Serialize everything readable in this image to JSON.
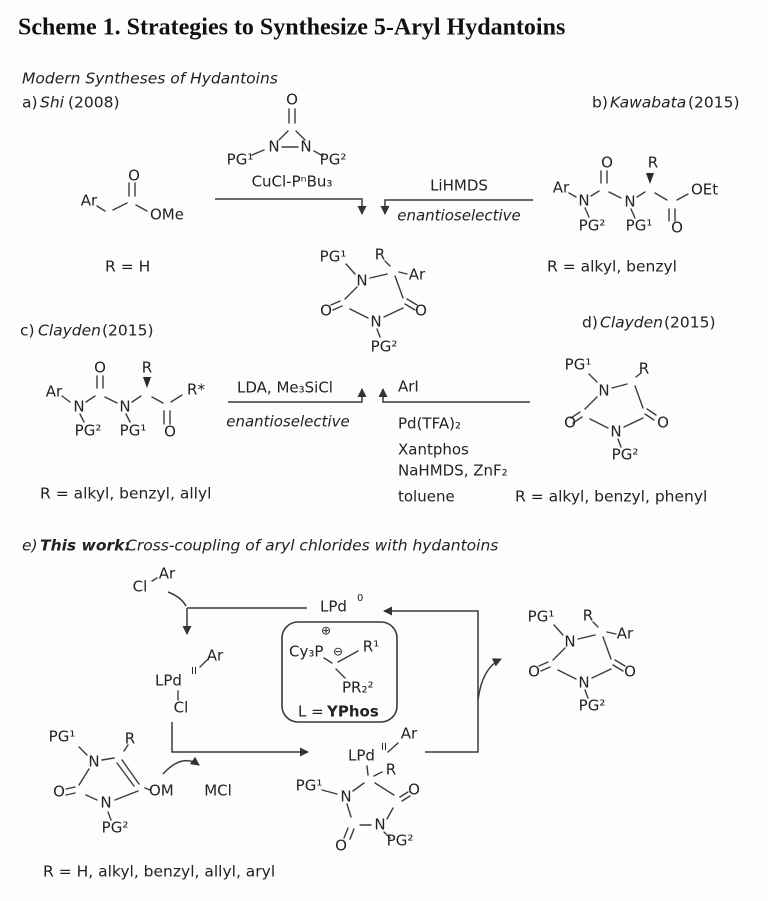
{
  "header": {
    "title": "Scheme 1. Strategies to Synthesize 5-Aryl Hydantoins",
    "subtitle": "Modern Syntheses of Hydantoins"
  },
  "sections": {
    "a": {
      "prefix": "a)",
      "name": "Shi",
      "year": "(2008)"
    },
    "b": {
      "prefix": "b)",
      "name": "Kawabata",
      "year": "(2015)"
    },
    "c": {
      "prefix": "c)",
      "name": "Clayden",
      "year": "(2015)"
    },
    "d": {
      "prefix": "d)",
      "name": "Clayden",
      "year": "(2015)"
    },
    "e": {
      "prefix": "e)",
      "emphasis": "This work:",
      "description": "Cross-coupling of aryl chlorides with hydantoins"
    }
  },
  "symbols": {
    "N": "N",
    "O": "O",
    "R": "R",
    "Ar": "Ar",
    "Cl": "Cl",
    "pg1": "PG¹",
    "pg2": "PG²",
    "OMe": "OMe",
    "OEt": "OEt",
    "OM": "OM",
    "R_star": "R*",
    "MCl": "MCl"
  },
  "reagents": {
    "diaziridinone_catalyst": "CuCl-PⁿBu₃",
    "b_arrow": {
      "line1": "LiHMDS",
      "line2": "enantioselective"
    },
    "c_arrow": {
      "line1": "LDA, Me₃SiCl",
      "line2": "enantioselective"
    },
    "d_arrow": {
      "line1": "ArI",
      "line2": "Pd(TFA)₂",
      "line3": "Xantphos",
      "line4": "NaHMDS, ZnF₂",
      "line5": "toluene"
    }
  },
  "captions": {
    "a": "R = H",
    "b": "R = alkyl, benzyl",
    "c": "R = alkyl, benzyl, allyl",
    "d": "R = alkyl, benzyl, phenyl",
    "e": "R = H, alkyl, benzyl, allyl, aryl"
  },
  "cycle": {
    "pd0": {
      "main": "LPd",
      "sup": "0"
    },
    "pd2": {
      "main": "LPd",
      "sup": "II"
    },
    "yphos": {
      "plus": "⊕",
      "minus": "⊖",
      "cy3p": "Cy₃P",
      "r1": "R¹",
      "pr2": "PR₂²",
      "label_prefix": "L =",
      "label_name": "YPhos"
    }
  }
}
